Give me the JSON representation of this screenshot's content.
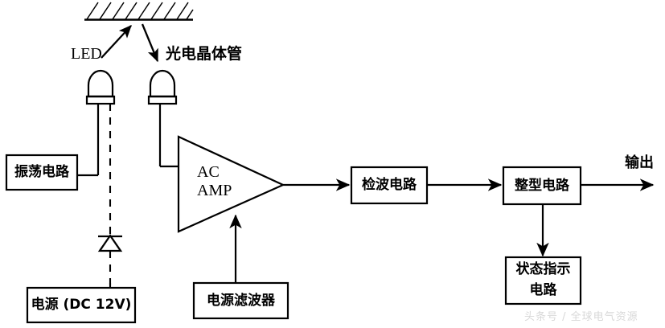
{
  "diagram": {
    "type": "block-diagram",
    "subject": "reflective-optical-sensor-circuit",
    "surface": {
      "name": "hatched-target-surface",
      "label": ""
    },
    "labels": {
      "led": "LED",
      "phototransistor": "光电晶体管",
      "amplifier_line1": "AC",
      "amplifier_line2": "AMP",
      "output": "输出"
    },
    "blocks": [
      {
        "id": "oscillator",
        "label": "振荡电路",
        "lines": [
          "振荡电路"
        ]
      },
      {
        "id": "power-supply",
        "label": "电源 (DC 12V)",
        "lines": [
          "电源 (DC 12V)"
        ]
      },
      {
        "id": "power-filter",
        "label": "电源滤波器",
        "lines": [
          "电源滤波器"
        ]
      },
      {
        "id": "detector",
        "label": "检波电路",
        "lines": [
          "检波电路"
        ]
      },
      {
        "id": "shaper",
        "label": "整型电路",
        "lines": [
          "整型电路"
        ]
      },
      {
        "id": "status-indicator",
        "label": "状态指示电路",
        "lines": [
          "状态指示",
          "电路"
        ]
      }
    ],
    "components": [
      {
        "id": "led-emitter",
        "kind": "led-package"
      },
      {
        "id": "phototransistor-receiver",
        "kind": "phototransistor-package"
      },
      {
        "id": "diode",
        "kind": "diode-symbol"
      }
    ],
    "watermark": "头条号 / 全球电气资源",
    "colors": {
      "stroke": "#000000",
      "background": "#ffffff",
      "watermark": "#d8d8d8"
    }
  }
}
